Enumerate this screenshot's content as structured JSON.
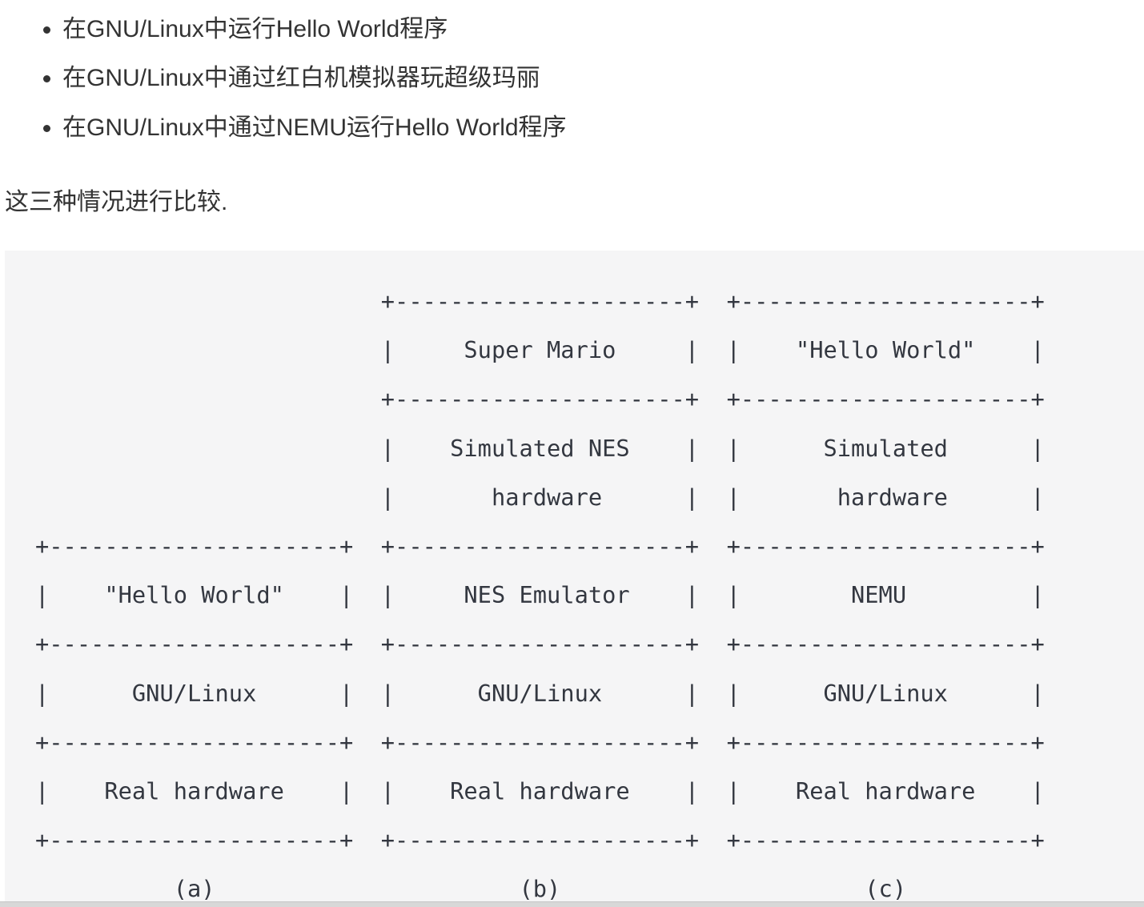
{
  "page": {
    "bullet_list": [
      "在GNU/Linux中运行Hello World程序",
      "在GNU/Linux中通过红白机模拟器玩超级玛丽",
      "在GNU/Linux中通过NEMU运行Hello World程序"
    ],
    "paragraph": "这三种情况进行比较."
  },
  "code_block": {
    "ascii_lines": [
      "                         +---------------------+  +---------------------+",
      "                         |     Super Mario     |  |    \"Hello World\"    |",
      "                         +---------------------+  +---------------------+",
      "                         |    Simulated NES    |  |      Simulated      |",
      "                         |       hardware      |  |       hardware      |",
      "+---------------------+  +---------------------+  +---------------------+",
      "|    \"Hello World\"    |  |     NES Emulator    |  |        NEMU         |",
      "+---------------------+  +---------------------+  +---------------------+",
      "|      GNU/Linux      |  |      GNU/Linux      |  |      GNU/Linux      |",
      "+---------------------+  +---------------------+  +---------------------+",
      "|    Real hardware    |  |    Real hardware    |  |    Real hardware    |",
      "+---------------------+  +---------------------+  +---------------------+",
      "          (a)                      (b)                      (c)"
    ],
    "stacks": [
      {
        "label": "(a)",
        "layers": [
          "\"Hello World\"",
          "GNU/Linux",
          "Real hardware"
        ]
      },
      {
        "label": "(b)",
        "layers": [
          "Super Mario",
          "Simulated NES hardware",
          "NES Emulator",
          "GNU/Linux",
          "Real hardware"
        ]
      },
      {
        "label": "(c)",
        "layers": [
          "\"Hello World\"",
          "Simulated hardware",
          "NEMU",
          "GNU/Linux",
          "Real hardware"
        ]
      }
    ]
  },
  "colors": {
    "page_background": "#ffffff",
    "text": "#333333",
    "code_background": "#f5f5f6",
    "scrollbar": "#d8d8d8"
  }
}
